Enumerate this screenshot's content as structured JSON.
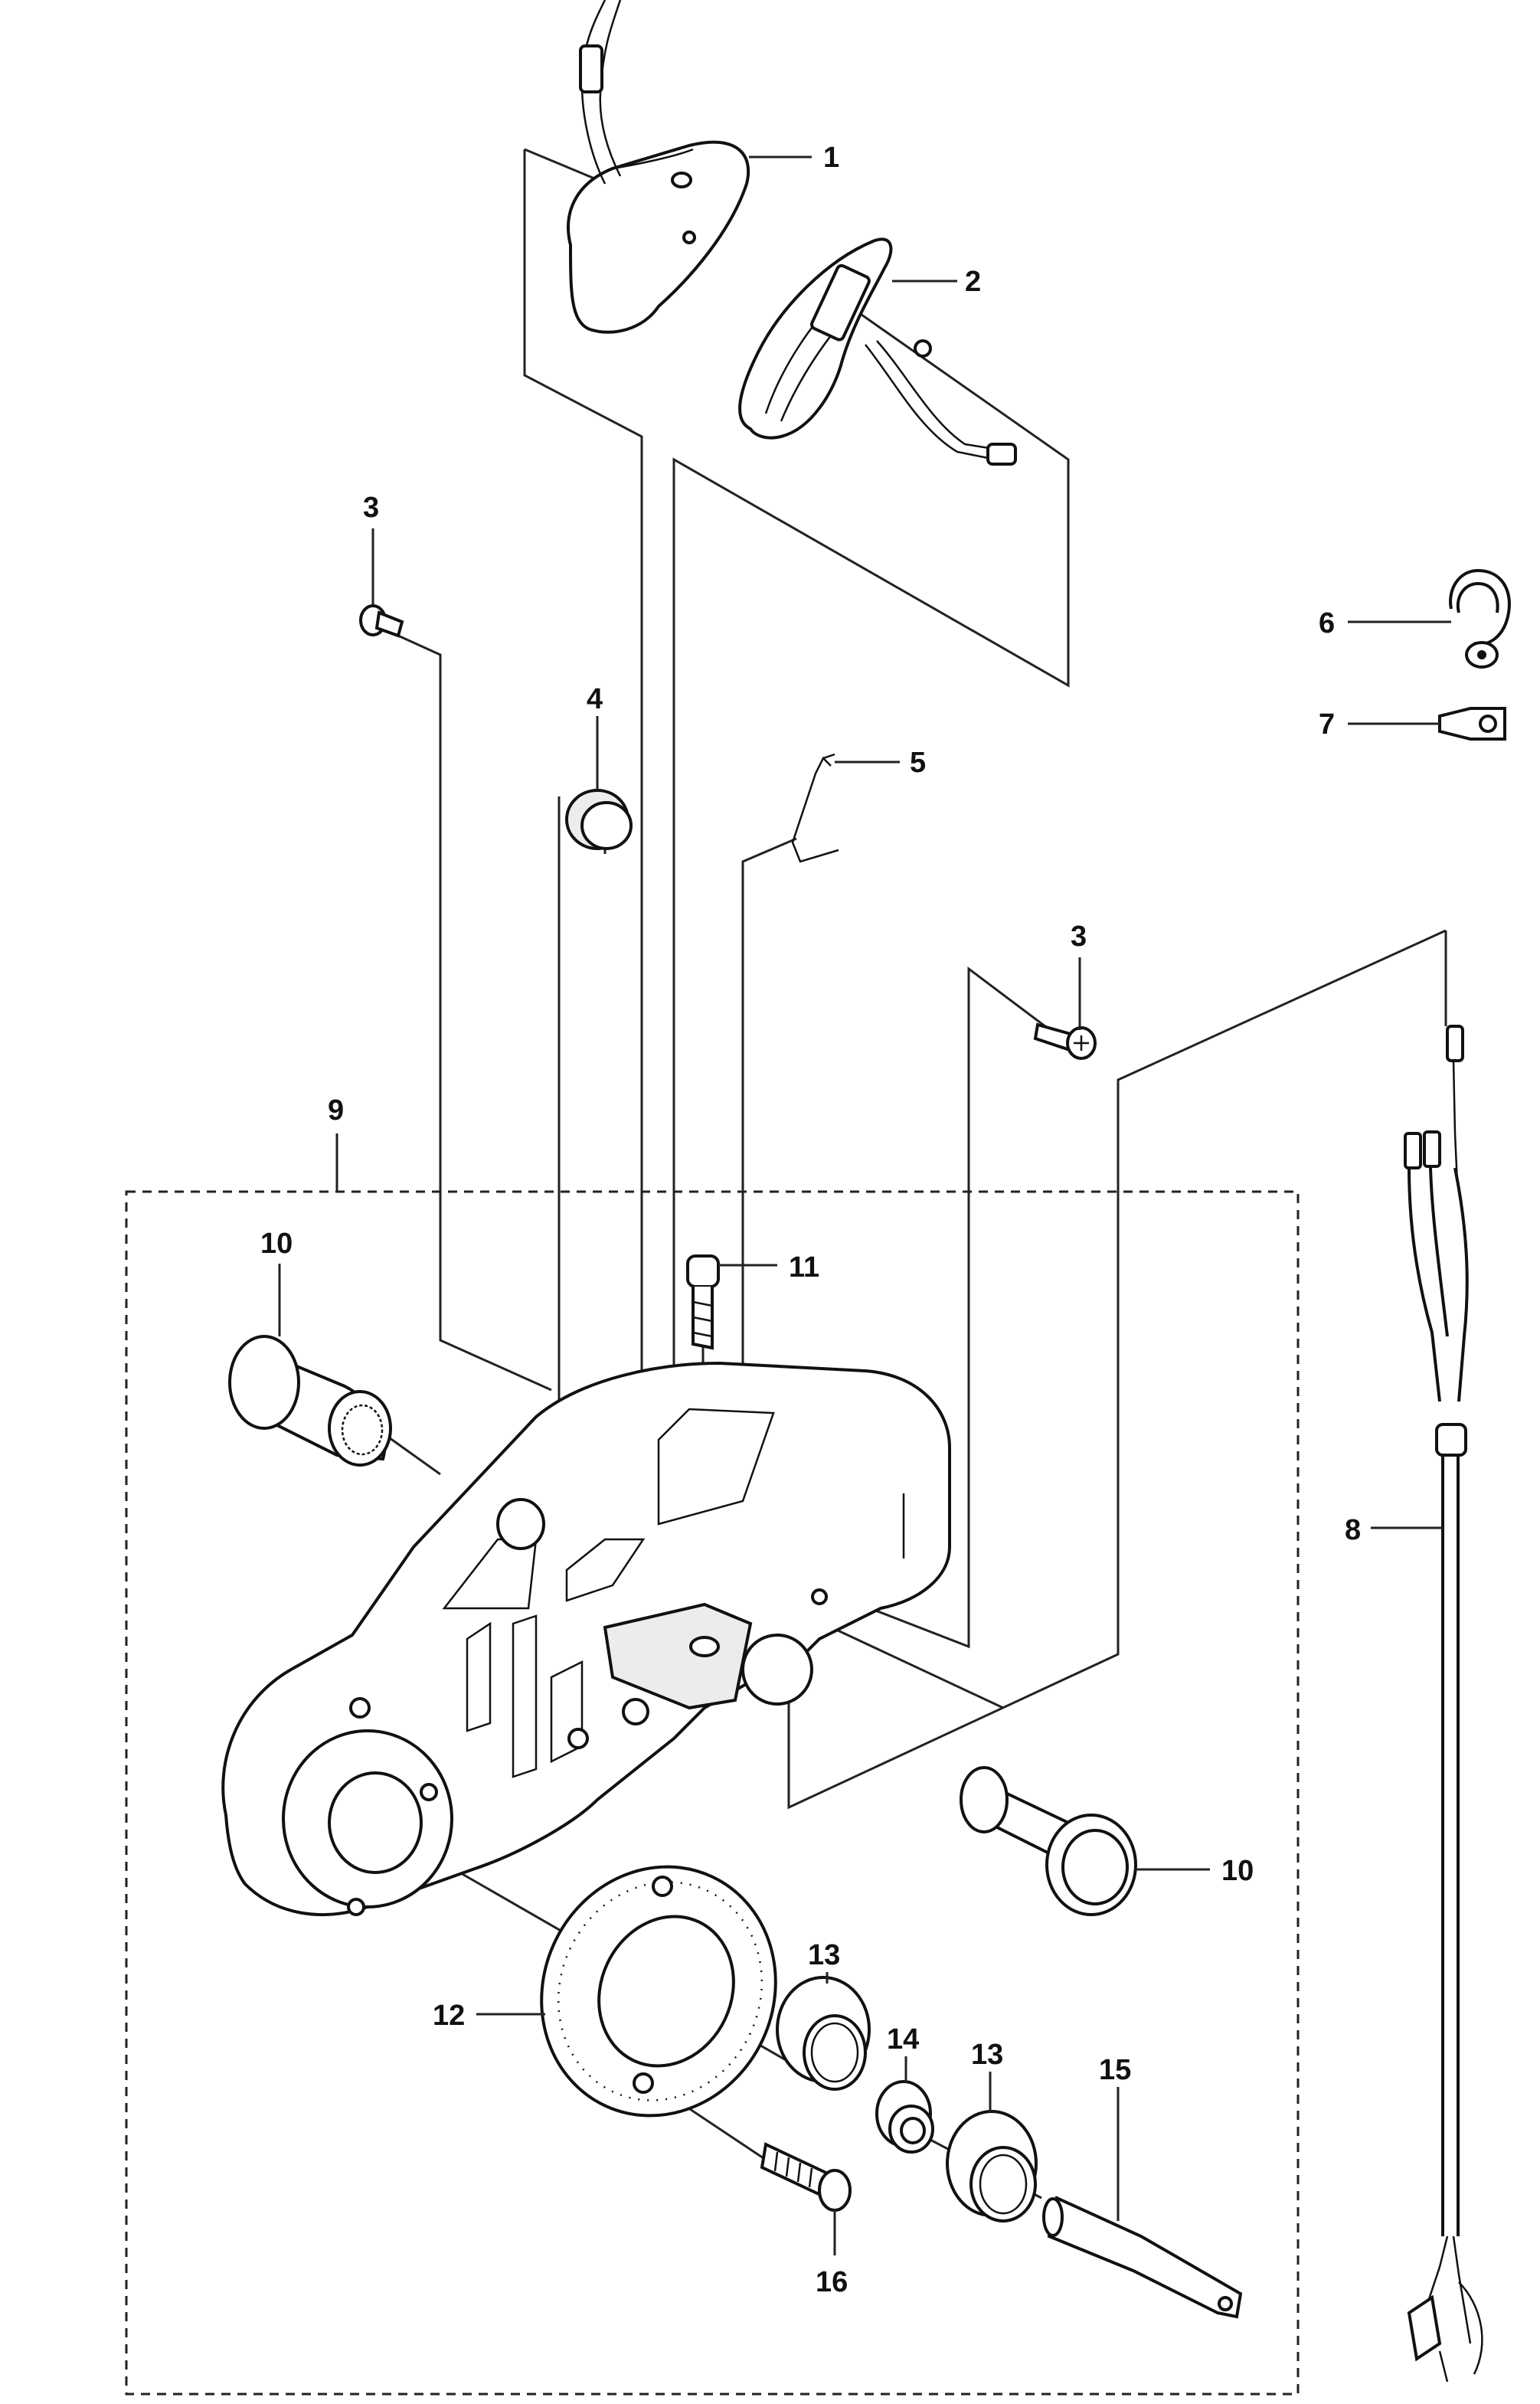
{
  "callouts": {
    "c1": "1",
    "c2": "2",
    "c3a": "3",
    "c3b": "3",
    "c4": "4",
    "c5": "5",
    "c6": "6",
    "c7": "7",
    "c8": "8",
    "c9": "9",
    "c10a": "10",
    "c10b": "10",
    "c11": "11",
    "c12": "12",
    "c13a": "13",
    "c13b": "13",
    "c14": "14",
    "c15": "15",
    "c16": "16"
  }
}
